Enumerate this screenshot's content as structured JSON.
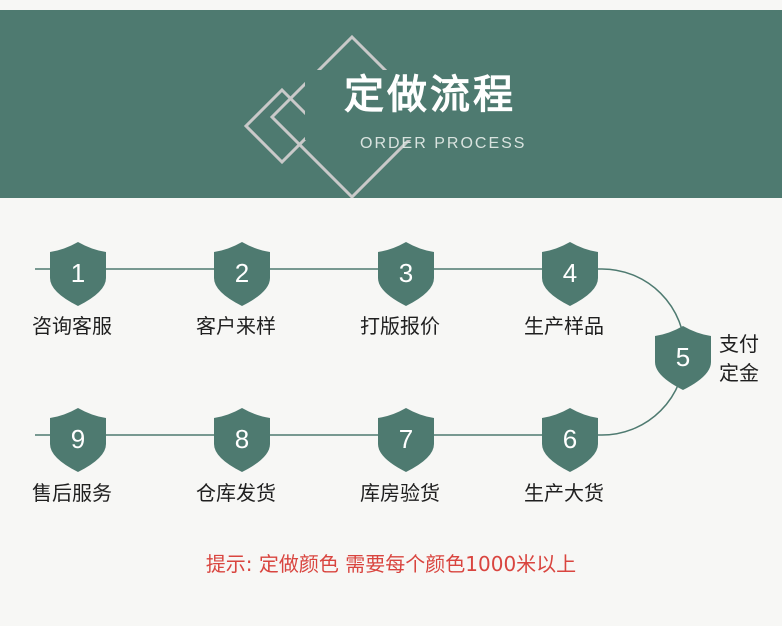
{
  "header": {
    "title": "定做流程",
    "subtitle": "ORDER PROCESS"
  },
  "steps": [
    {
      "num": "1",
      "label": "咨询客服"
    },
    {
      "num": "2",
      "label": "客户来样"
    },
    {
      "num": "3",
      "label": "打版报价"
    },
    {
      "num": "4",
      "label": "生产样品"
    },
    {
      "num": "5",
      "label_line1": "支付",
      "label_line2": "定金"
    },
    {
      "num": "6",
      "label": "生产大货"
    },
    {
      "num": "7",
      "label": "库房验货"
    },
    {
      "num": "8",
      "label": "仓库发货"
    },
    {
      "num": "9",
      "label": "售后服务"
    }
  ],
  "tip": "提示: 定做颜色 需要每个颜色1000米以上",
  "colors": {
    "banner": "#4e7a70",
    "badge": "#4e7a70",
    "line": "#4e7a70",
    "tip": "#d9453f"
  }
}
